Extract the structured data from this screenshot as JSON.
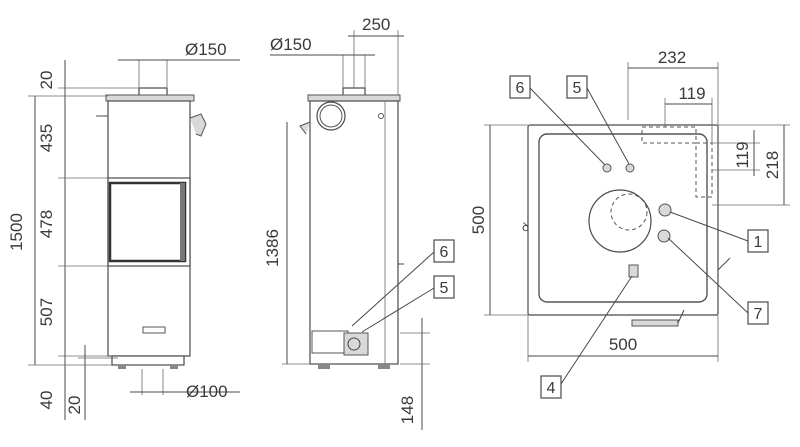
{
  "front_view": {
    "dim_top_gap": "20",
    "dim_upper": "435",
    "dim_window": "478",
    "dim_lower": "507",
    "dim_total_height": "1500",
    "dim_feet_40": "40",
    "dim_feet_20": "20",
    "dim_flue_top": "Ø150",
    "dim_air_bottom": "Ø100"
  },
  "side_view": {
    "dim_flue": "Ø150",
    "dim_offset": "250",
    "dim_height": "1386",
    "dim_bottom": "148",
    "label_6": "6",
    "label_5": "5"
  },
  "top_view": {
    "dim_width_top": "232",
    "dim_119_top": "119",
    "dim_119_right": "119",
    "dim_218_right": "218",
    "dim_depth": "500",
    "dim_width": "500",
    "label_6": "6",
    "label_5": "5",
    "label_1": "1",
    "label_7": "7",
    "label_4": "4"
  }
}
